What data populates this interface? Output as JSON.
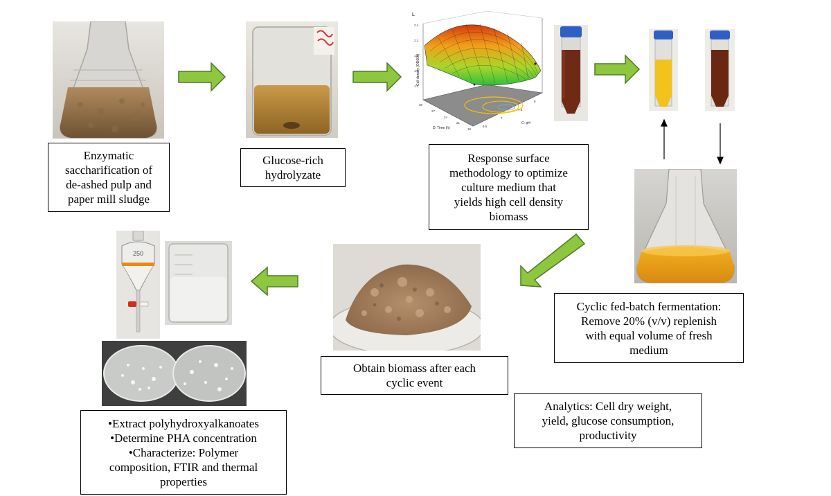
{
  "steps": {
    "saccharification": "Enzymatic\nsaccharification of\nde-ashed pulp and\npaper mill sludge",
    "hydrolyzate": "Glucose-rich\nhydrolyzate",
    "rsm": "Response surface\nmethodology to optimize\nculture medium that\nyields high cell density\nbiomass",
    "fedbatch": "Cyclic fed-batch fermentation:\nRemove 20% (v/v) replenish\nwith equal volume of fresh\nmedium",
    "biomass": "Obtain biomass after each\ncyclic event",
    "analytics": "Analytics: Cell dry weight,\nyield, glucose consumption,\nproductivity",
    "extraction": "•Extract polyhydroxyalkanoates\n•Determine PHA concentration\n•Characterize: Polymer\ncomposition, FTIR and thermal\nproperties"
  },
  "surface_plot": {
    "panel_letter": "L",
    "x_axis_label": "D: Time (h)",
    "y_axis_label": "C: pH",
    "z_axis_label": "Cell density (OD600)",
    "z_ticks": [
      "2.4",
      "2.1",
      "1.8",
      "1.5",
      "1.2"
    ],
    "x_ticks": [
      "30",
      "27",
      "24",
      "21",
      "18"
    ],
    "y_ticks": [
      "6.5",
      "7",
      "7.5",
      "8"
    ]
  },
  "flask_label": "250",
  "colors": {
    "arrow_fill": "#8DC63F",
    "arrow_stroke": "#4E7A27",
    "broth": "#E3A11C",
    "hydrolyzate": "#B8862E"
  }
}
